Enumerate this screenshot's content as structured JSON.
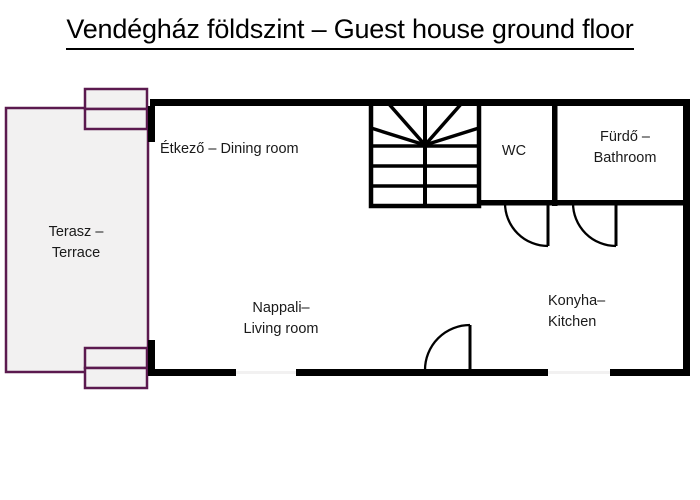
{
  "page": {
    "title": "Vendégház földszint – Guest house ground floor",
    "background_color": "#ffffff"
  },
  "colors": {
    "wall": "#000000",
    "terrace_outline": "#5b1a4f",
    "terrace_fill": "#f2f1f1",
    "text": "#1a1a1a",
    "title_rule": "#000000"
  },
  "rooms": {
    "terrace": {
      "name_hu": "Terasz",
      "name_en": "Terrace",
      "label": "Terasz –\nTerrace"
    },
    "dining": {
      "name_hu": "Étkező",
      "name_en": "Dining room",
      "label": "Étkező – Dining room"
    },
    "wc": {
      "name_hu": "WC",
      "name_en": "WC",
      "label": "WC"
    },
    "bathroom": {
      "name_hu": "Fürdő",
      "name_en": "Bathroom",
      "label": "Fürdő –\nBathroom"
    },
    "living": {
      "name_hu": "Nappali",
      "name_en": "Living room",
      "label": "Nappali–\nLiving room"
    },
    "kitchen": {
      "name_hu": "Konyha",
      "name_en": "Kitchen",
      "label": "Konyha–\nKitchen"
    }
  },
  "features": {
    "staircase": {
      "name": "staircase",
      "type": "winder-stair",
      "straight_treads": 3,
      "winder_treads": 5
    },
    "doors": [
      {
        "name": "wc-door",
        "hinge": "left",
        "swing": "down"
      },
      {
        "name": "bathroom-door",
        "hinge": "left",
        "swing": "down"
      },
      {
        "name": "living-room-door",
        "hinge": "right",
        "swing": "up-left"
      }
    ],
    "windows": [
      {
        "name": "living-room-window-south",
        "wall": "bottom"
      },
      {
        "name": "kitchen-window-south",
        "wall": "bottom"
      }
    ],
    "terrace_steps": [
      {
        "name": "terrace-steps-north",
        "treads": 2
      },
      {
        "name": "terrace-steps-south",
        "treads": 2
      }
    ]
  }
}
